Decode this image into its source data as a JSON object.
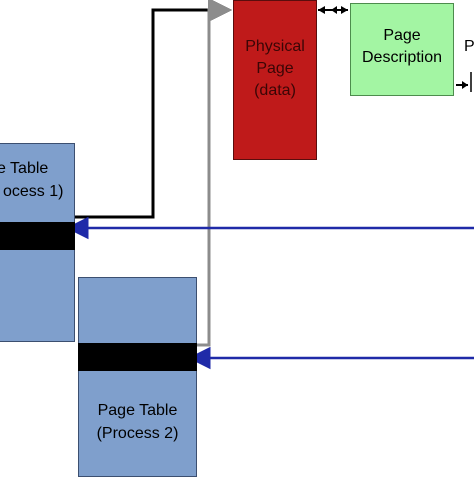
{
  "diagram": {
    "page_table_1": {
      "line1": "e Table",
      "line2": "ocess 1)"
    },
    "page_table_2": {
      "line1": "Page Table",
      "line2": "(Process 2)"
    },
    "physical_page": {
      "line1": "Physical",
      "line2": "Page",
      "line3": "(data)"
    },
    "page_description": {
      "line1": "Page",
      "line2": "Description"
    },
    "edge_glyph": "P",
    "colors": {
      "page_table_fill": "#7f9fcc",
      "entry_band": "#000000",
      "physical_page_fill": "#bf1a1a",
      "page_description_fill": "#a3f5a3",
      "pointer_line_1": "#000000",
      "pointer_line_2": "#8c8c8c",
      "incoming_arrow": "#1f2aa8"
    }
  }
}
